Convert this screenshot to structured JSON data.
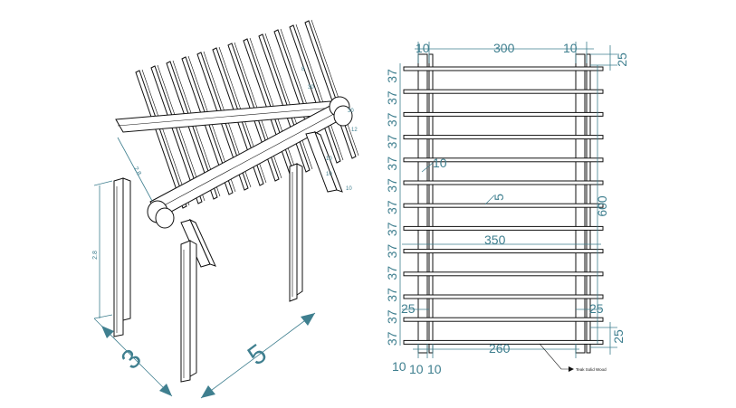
{
  "colors": {
    "dimension": "#3f7f8f",
    "ink": "#111111",
    "background": "#ffffff"
  },
  "isometric": {
    "label_height": "2.8",
    "label_depth_small": "2.8",
    "label_width_front": "5",
    "label_depth_front": "3",
    "small_labels": [
      "8",
      "30",
      "12",
      "10",
      "10",
      "10",
      "30"
    ]
  },
  "plan": {
    "top_dims": [
      "10",
      "300",
      "10"
    ],
    "right_top_dim": "25",
    "spacing_label": "37",
    "spacing_count": 13,
    "inner_label_10": "10",
    "center_label": "5",
    "height_dim": "600",
    "mid_span_dim": "350",
    "left_bottom_25": "25",
    "right_bottom_25": "25",
    "bottom_right_dim": "25",
    "bottom_dims": [
      "10",
      "10",
      "10",
      "260"
    ],
    "material_note": "Teak Solid Wood"
  }
}
